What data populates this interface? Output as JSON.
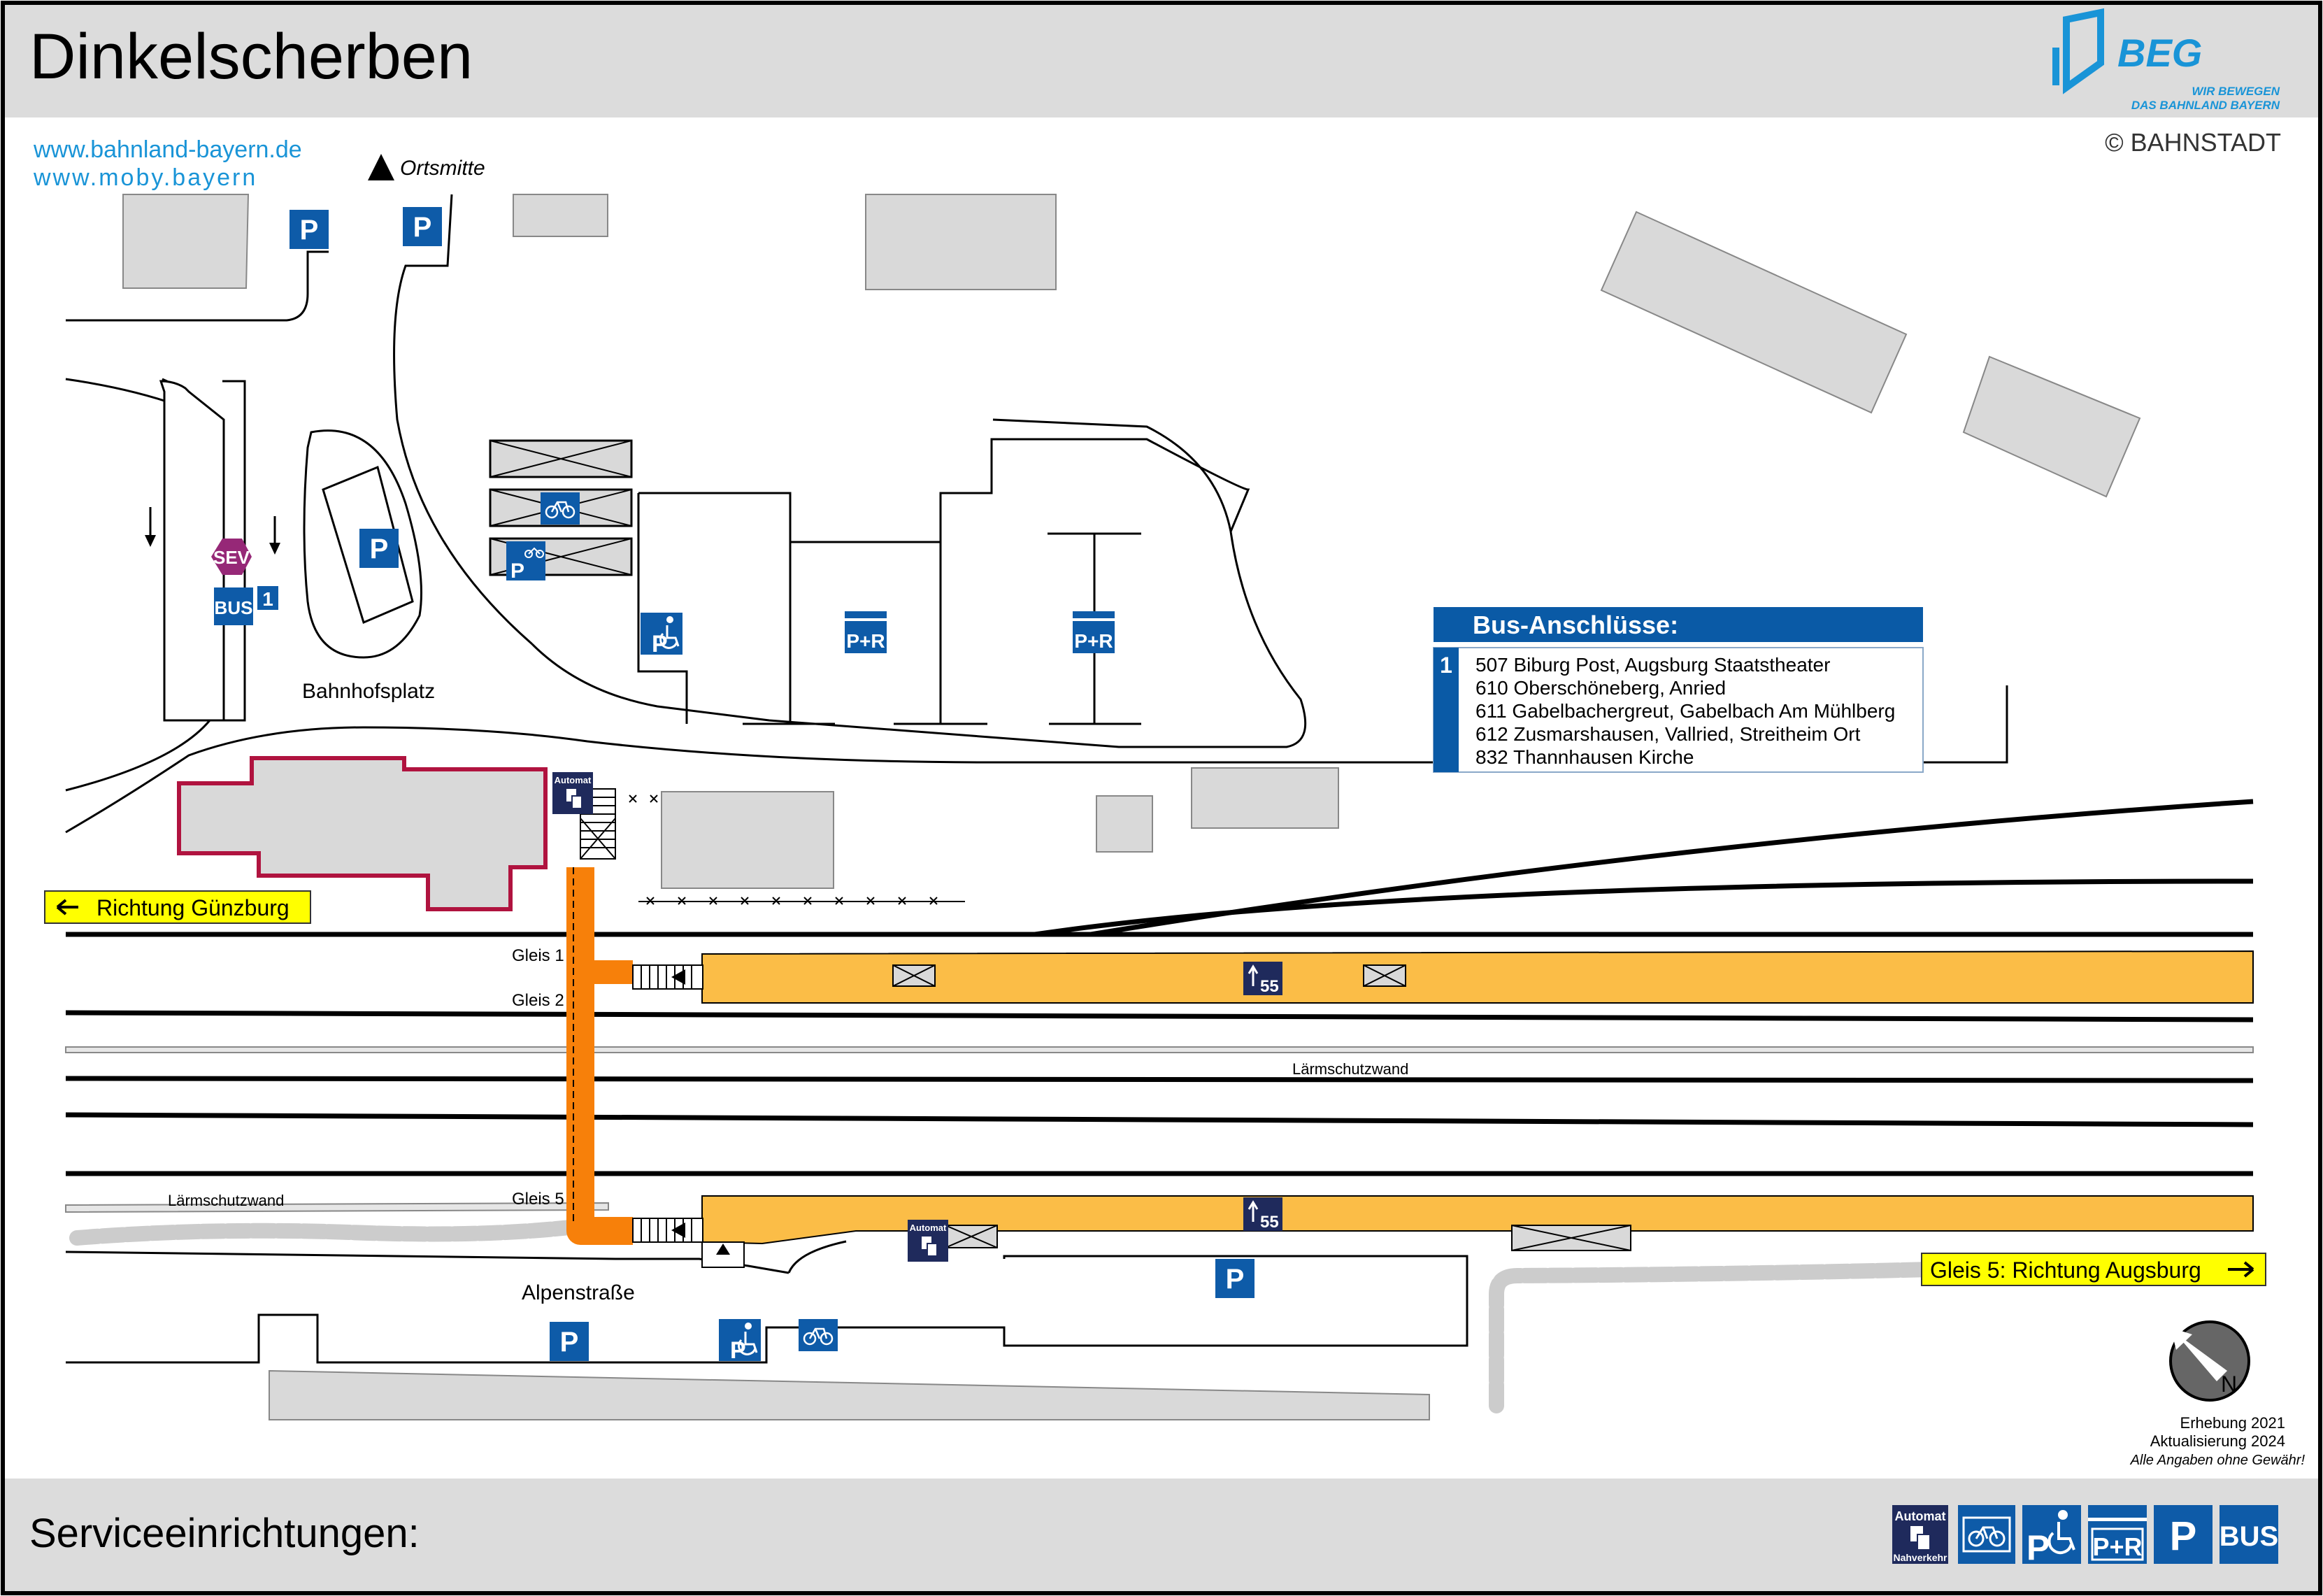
{
  "header": {
    "title": "Dinkelscherben",
    "logo_text": "BEG",
    "logo_slogan_1": "WIR BEWEGEN",
    "logo_slogan_2": "DAS BAHNLAND BAYERN",
    "copyright": "© BAHNSTADT"
  },
  "links": {
    "url_1": "www.bahnland-bayern.de",
    "url_2": "www.moby.bayern"
  },
  "map": {
    "ortsmitte": "Ortsmitte",
    "bahnhofsplatz": "Bahnhofsplatz",
    "alpenstrasse": "Alpenstraße",
    "gleis_1": "Gleis 1",
    "gleis_2": "Gleis 2",
    "gleis_5": "Gleis 5",
    "laermschutzwand_1": "Lärmschutzwand",
    "laermschutzwand_2": "Lärmschutzwand",
    "richtung_west": "Richtung Günzburg",
    "richtung_ost": "Gleis 5: Richtung Augsburg",
    "platform_height_1": "55",
    "platform_height_2": "55",
    "sev": "SEV",
    "bus": "BUS",
    "bus_stop_number": "1",
    "parking": "P",
    "park_and_ride": "P+R",
    "automat": "Automat",
    "nahverkehr": "Nahverkehr",
    "compass_north": "N"
  },
  "bus_connections": {
    "title": "Bus-Anschlüsse:",
    "stop": "1",
    "lines": [
      "507 Biburg Post, Augsburg Staatstheater",
      "610 Oberschöneberg, Anried",
      "611 Gabelbachergreut, Gabelbach Am Mühlberg",
      "612 Zusmarshausen, Vallried, Streitheim Ort",
      "832 Thannhausen Kirche"
    ]
  },
  "notes": {
    "erhebung": "Erhebung 2021",
    "aktualisierung": "Aktualisierung 2024",
    "disclaimer": "Alle Angaben ohne Gewähr!"
  },
  "footer": {
    "title": "Serviceeinrichtungen:",
    "legend": [
      "Automat Nahverkehr",
      "Fahrrad-Abstellanlage",
      "Behindertenparkplatz",
      "P+R",
      "P",
      "BUS"
    ]
  },
  "colors": {
    "header_bg": "#dcdcdc",
    "platform": "#fbbd47",
    "access_path": "#f7800a",
    "building_outline": "#b0133f",
    "building_fill": "#d9d9d9",
    "parking_blue": "#0e5ba8",
    "automat_navy": "#1f2a5c",
    "sev_purple": "#962877",
    "bus_table_blue": "#0a5aa6",
    "direction_yellow": "#ffff00",
    "link_blue": "#1994d7"
  }
}
